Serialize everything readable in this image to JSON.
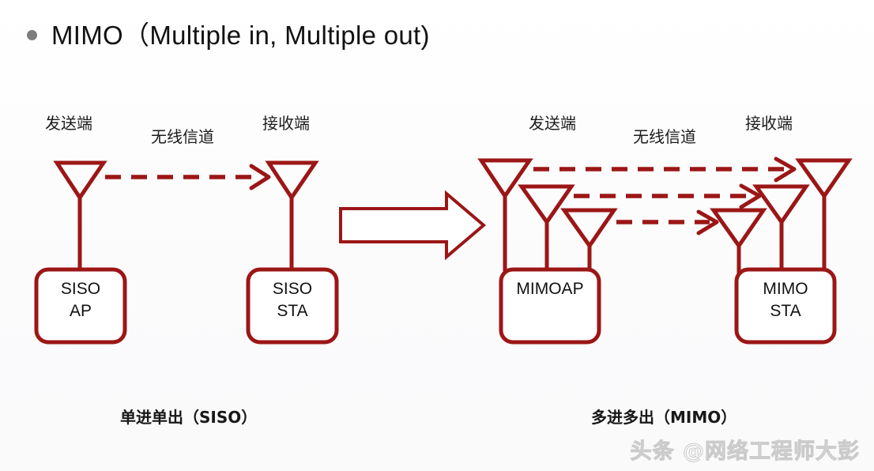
{
  "slide": {
    "title": "MIMO（Multiple in, Multiple out)",
    "bullet_icon": "bullet-dot-icon",
    "background_color": "#fdfdfe",
    "accent_color": "#9c1616"
  },
  "siso_diagram": {
    "transmitter_label": "发送端",
    "channel_label": "无线信道",
    "receiver_label": "接收端",
    "ap_box_label": "SISO\nAP",
    "sta_box_label": "SISO\nSTA",
    "caption": "单进单出（SISO）",
    "antenna_count_tx": 1,
    "antenna_count_rx": 1,
    "stream_count": 1
  },
  "transition": {
    "arrow_icon": "block-arrow-right-icon"
  },
  "mimo_diagram": {
    "transmitter_label": "发送端",
    "channel_label": "无线信道",
    "receiver_label": "接收端",
    "ap_box_label": "MIMOAP",
    "sta_box_label": "MIMO\nSTA",
    "caption": "多进多出（MIMO）",
    "antenna_count_tx": 3,
    "antenna_count_rx": 3,
    "stream_count": 3
  },
  "watermark": {
    "text": "头条 @网络工程师大彭"
  }
}
